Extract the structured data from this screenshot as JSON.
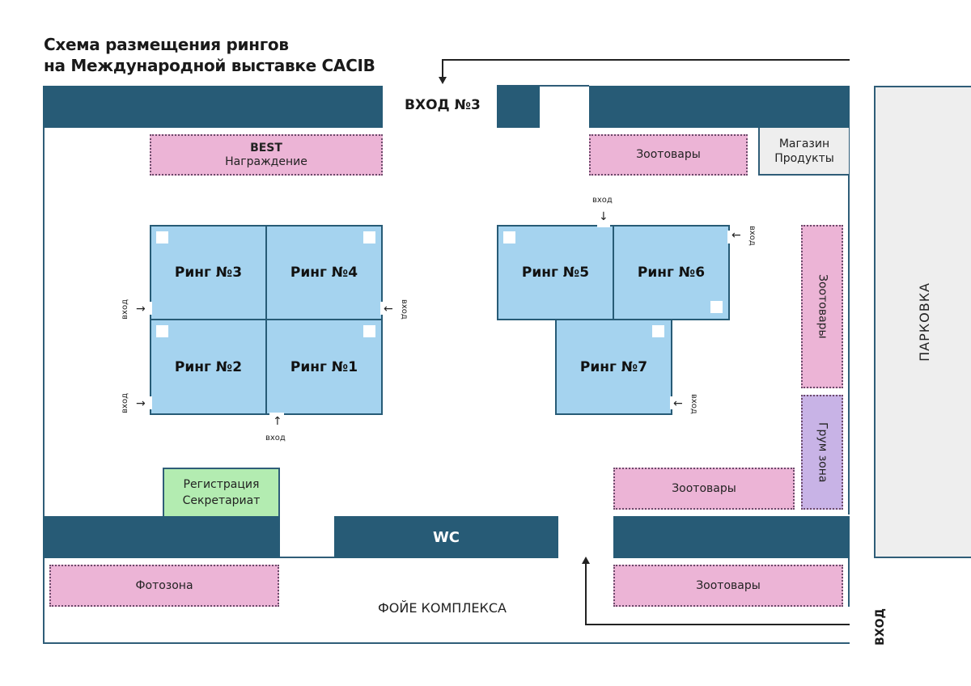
{
  "title": {
    "line1": "Схема размещения рингов",
    "line2": "на Международной выставке CACIB"
  },
  "entrances": {
    "main_top": "ВХОД №3",
    "right_bottom": "ВХОД",
    "ring_entrance": "вход"
  },
  "zones": {
    "best": {
      "title": "BEST",
      "subtitle": "Награждение"
    },
    "zootovary_top": "Зоотовары",
    "shop": {
      "line1": "Магазин",
      "line2": "Продукты"
    },
    "zootovary_right_vertical": "Зоотовары",
    "groom_zone": "Грум зона",
    "zootovary_mid": "Зоотовары",
    "zootovary_bottom": "Зоотовары",
    "registration": {
      "line1": "Регистрация",
      "line2": "Секретариат"
    },
    "photo_zone": "Фотозона",
    "wc": "WC",
    "foyer": "ФОЙЕ КОМПЛЕКСА",
    "parking": "ПАРКОВКА"
  },
  "rings": [
    {
      "id": 1,
      "label": "Ринг №1"
    },
    {
      "id": 2,
      "label": "Ринг №2"
    },
    {
      "id": 3,
      "label": "Ринг №3"
    },
    {
      "id": 4,
      "label": "Ринг №4"
    },
    {
      "id": 5,
      "label": "Ринг №5"
    },
    {
      "id": 6,
      "label": "Ринг №6"
    },
    {
      "id": 7,
      "label": "Ринг №7"
    }
  ],
  "colors": {
    "wall": "#275b76",
    "ring": "#a5d3ef",
    "booth": "#ecb4d6",
    "groom": "#c8b3e6",
    "registration": "#b3ecb1",
    "neutral": "#eeeeee"
  },
  "icons": {
    "arrow_right": "→",
    "arrow_left": "←",
    "arrow_up": "↑",
    "arrow_down": "↓"
  }
}
